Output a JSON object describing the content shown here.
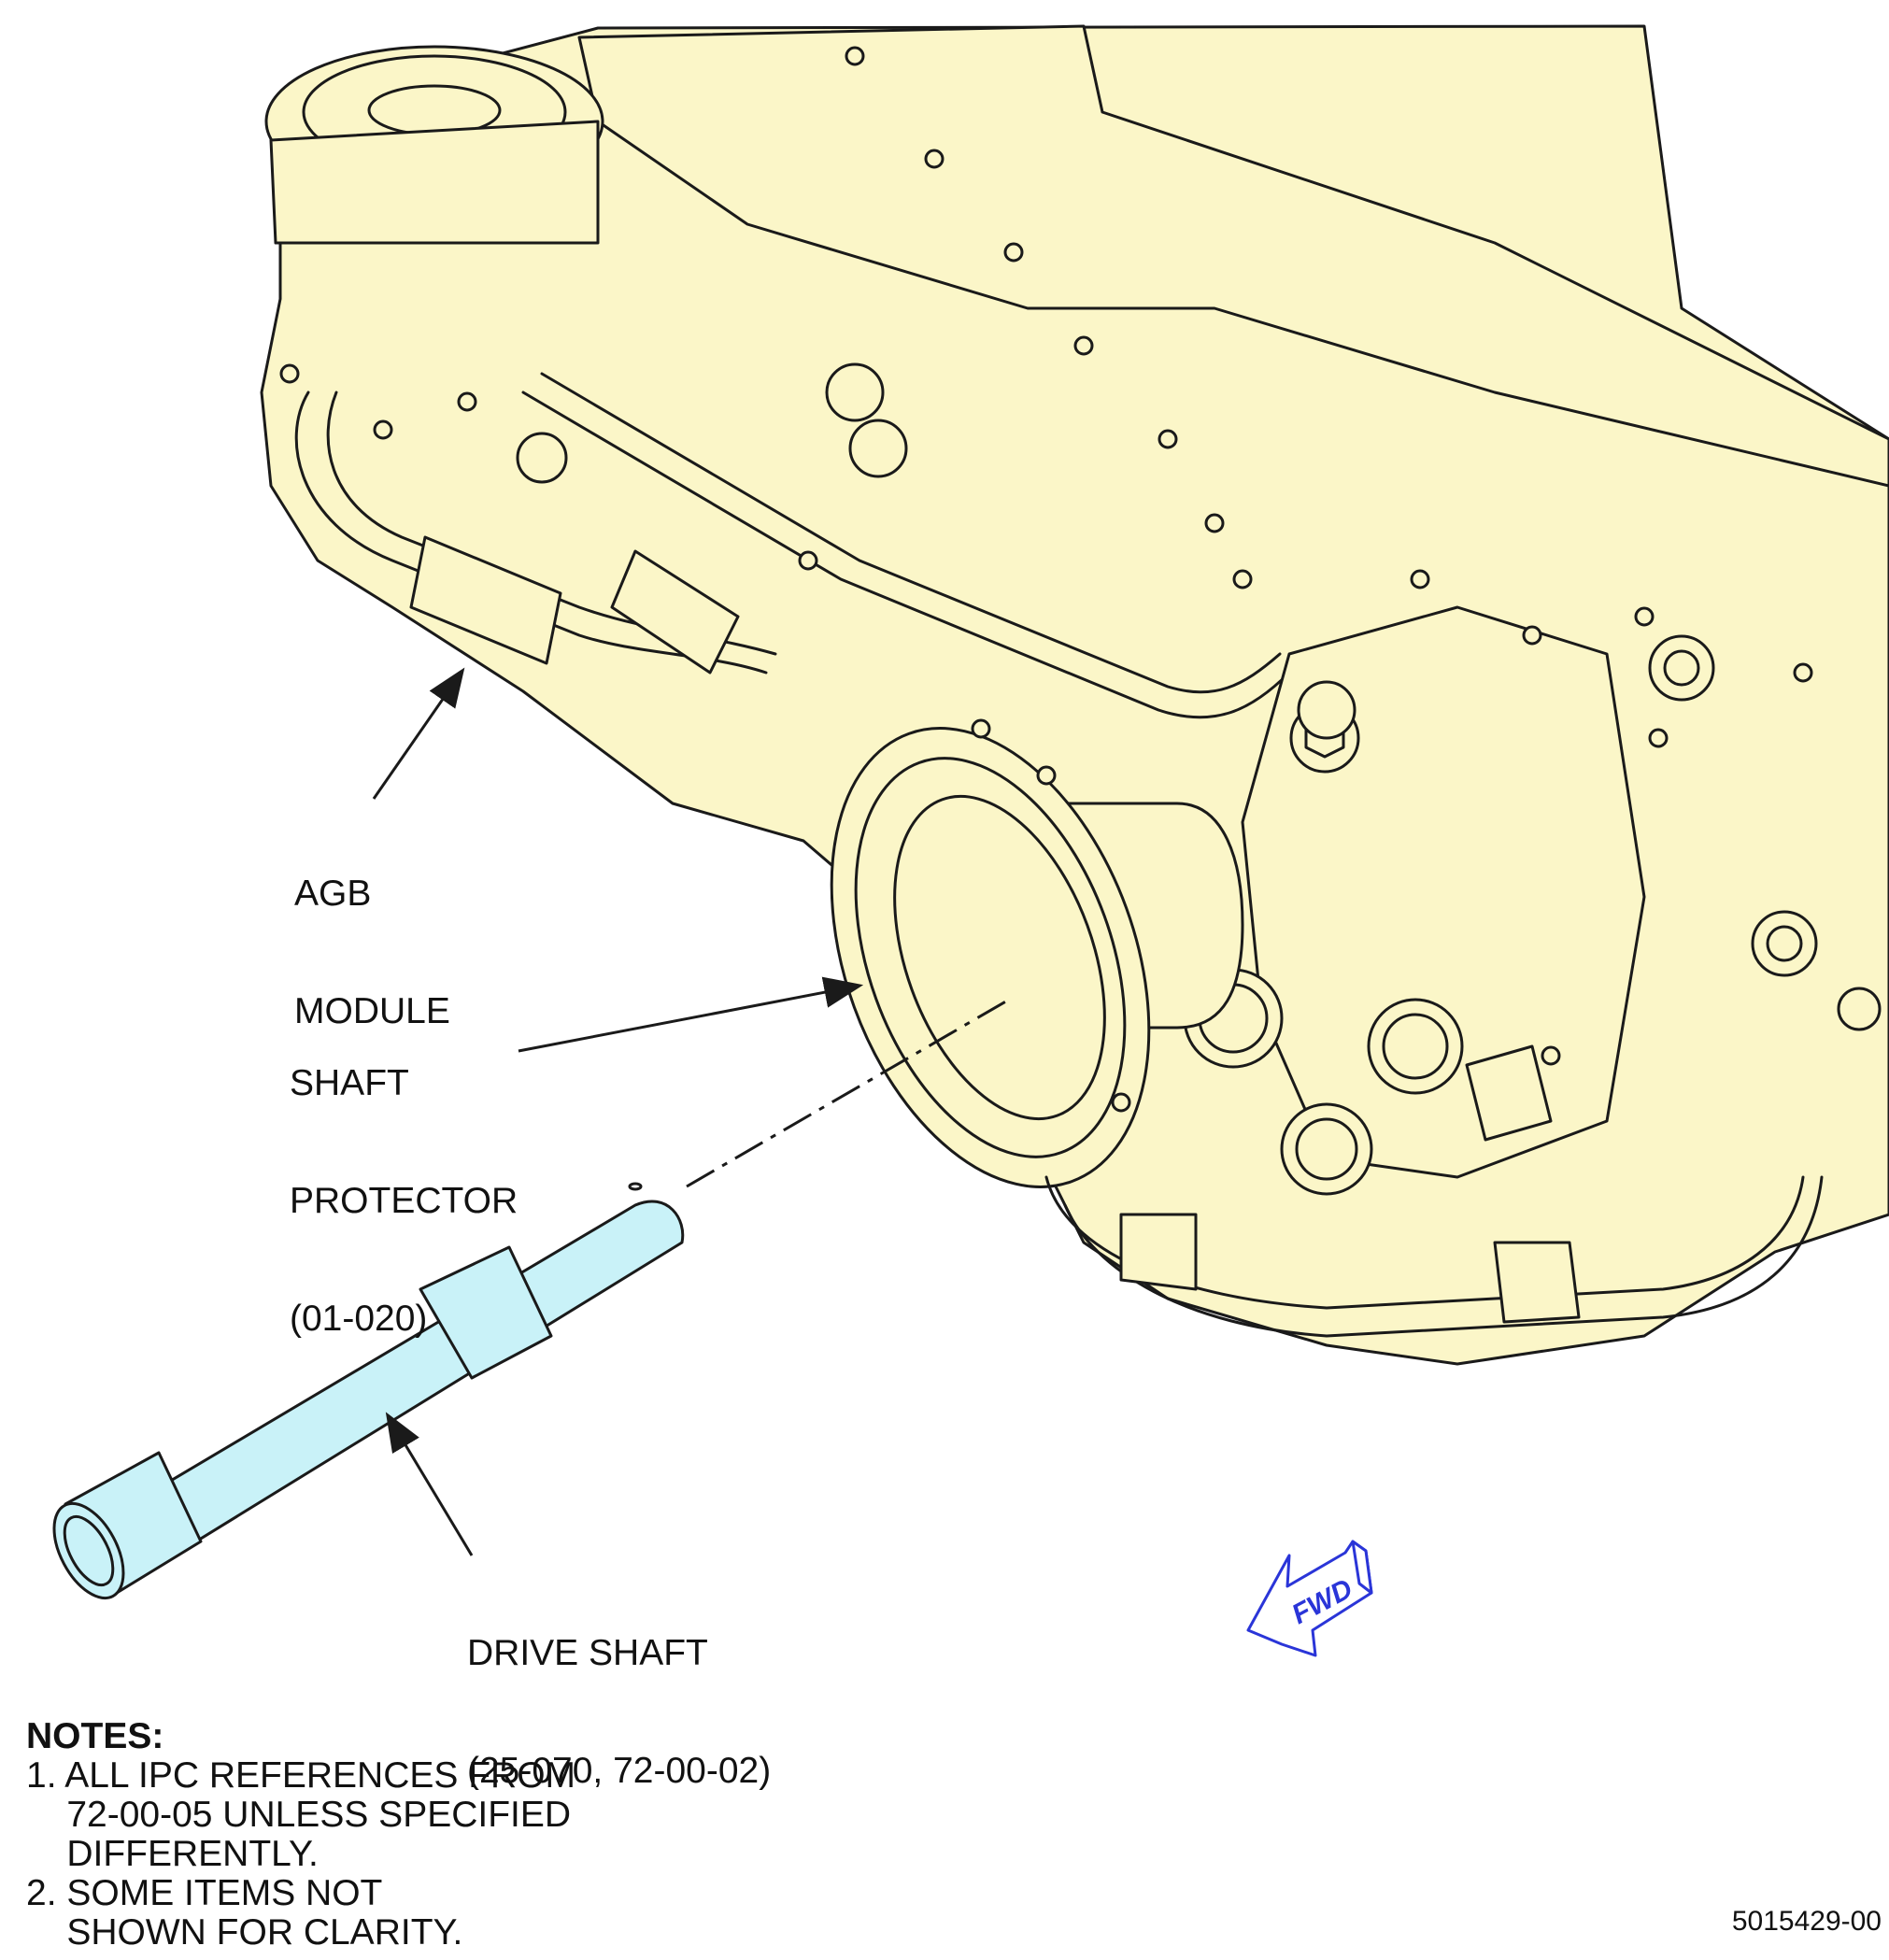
{
  "colors": {
    "engine_fill": "#fbf6c8",
    "shaft_fill": "#c9f2f8",
    "fwd_arrow": "#2a35d8",
    "line": "#1a1a1a"
  },
  "labels": {
    "agb_module": [
      "AGB",
      "MODULE"
    ],
    "shaft_protector": [
      "SHAFT",
      "PROTECTOR",
      "(01-020)"
    ],
    "drive_shaft": [
      "DRIVE SHAFT",
      "(25-070, 72-00-02)"
    ],
    "fwd": "FWD"
  },
  "notes": {
    "title": "NOTES:",
    "lines": [
      "1. ALL IPC REFERENCES FROM",
      "    72-00-05 UNLESS SPECIFIED",
      "    DIFFERENTLY.",
      "2. SOME ITEMS NOT",
      "    SHOWN FOR CLARITY."
    ]
  },
  "document_number": "5015429-00"
}
